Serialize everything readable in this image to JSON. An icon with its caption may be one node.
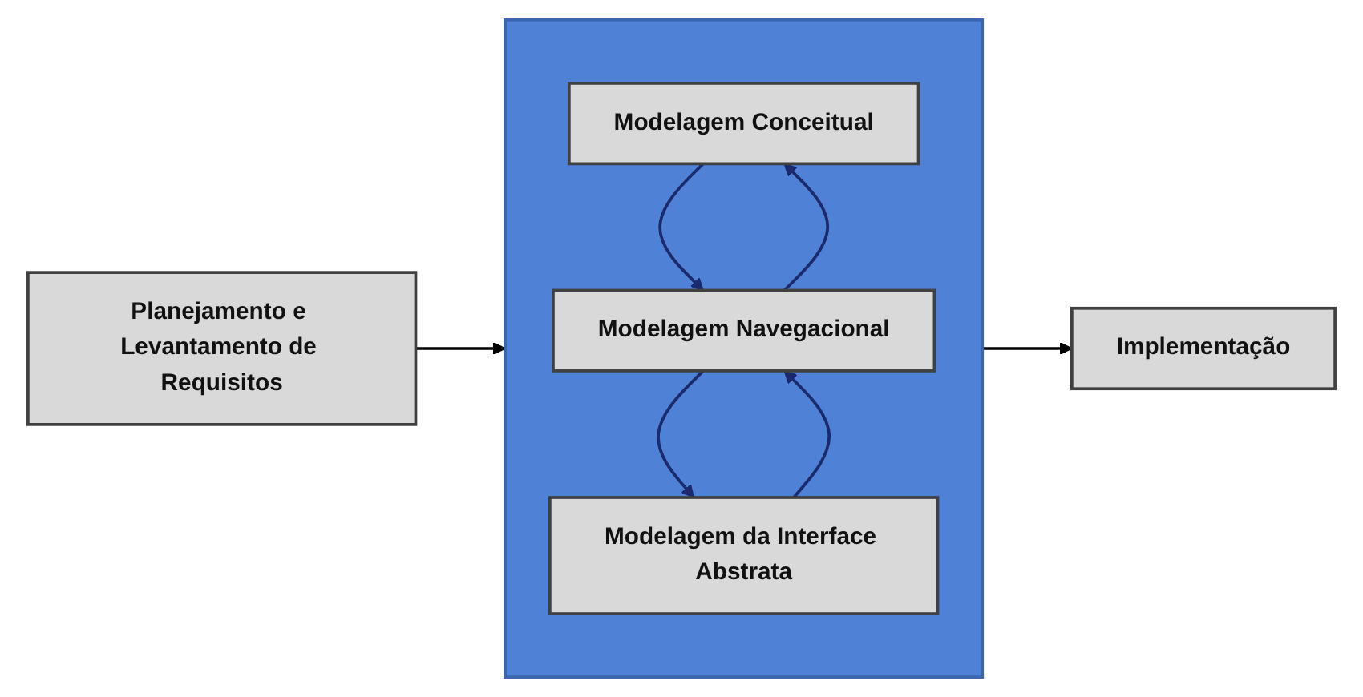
{
  "diagram": {
    "nodes": [
      {
        "text": [
          "Planejamento e Levantamento de Requisitos"
        ]
      },
      {
        "text": [],
        "shape": "box"
      },
      {
        "text": [
          "Modelagem Conceitual"
        ],
        "in": 1
      },
      {
        "text": [
          "Modelagem Navegacional"
        ],
        "in": 1
      },
      {
        "text": [
          "Modelagem da Interface Abstrata"
        ],
        "in": 1
      },
      {
        "text": [
          "Implementação"
        ]
      }
    ],
    "edges": [
      {
        "from": 0,
        "to": 1,
        "arrow": "to",
        "color": "#000000"
      },
      {
        "from": 1,
        "to": 5,
        "arrow": "to",
        "color": "#000000"
      },
      {
        "from": 2,
        "to": 3,
        "arrow": "to"
      },
      {
        "from": 3,
        "to": 2,
        "arrow": "to"
      },
      {
        "from": 3,
        "to": 4,
        "arrow": "to"
      },
      {
        "from": 4,
        "to": 3,
        "arrow": "to"
      }
    ]
  }
}
